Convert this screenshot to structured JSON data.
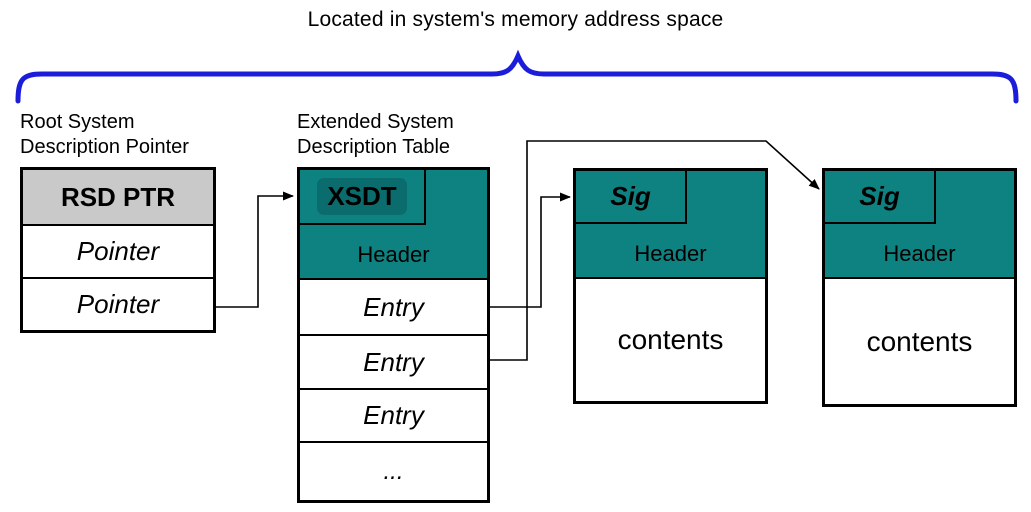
{
  "title": "Located in system's memory address space",
  "colors": {
    "teal": "#0e8280",
    "teal_dark": "#0a6c6d",
    "grey": "#c9c9c9",
    "brace_blue": "#1c1cdb"
  },
  "rsdp": {
    "label_line1": "Root System",
    "label_line2": "Description Pointer",
    "signature": "RSD PTR",
    "rows": [
      "Pointer",
      "Pointer"
    ]
  },
  "xsdt": {
    "label_line1": "Extended System",
    "label_line2": "Description Table",
    "tag": "XSDT",
    "header": "Header",
    "entries": [
      "Entry",
      "Entry",
      "Entry",
      "..."
    ]
  },
  "sig_tables": [
    {
      "tag": "Sig",
      "header": "Header",
      "contents": "contents"
    },
    {
      "tag": "Sig",
      "header": "Header",
      "contents": "contents"
    }
  ]
}
